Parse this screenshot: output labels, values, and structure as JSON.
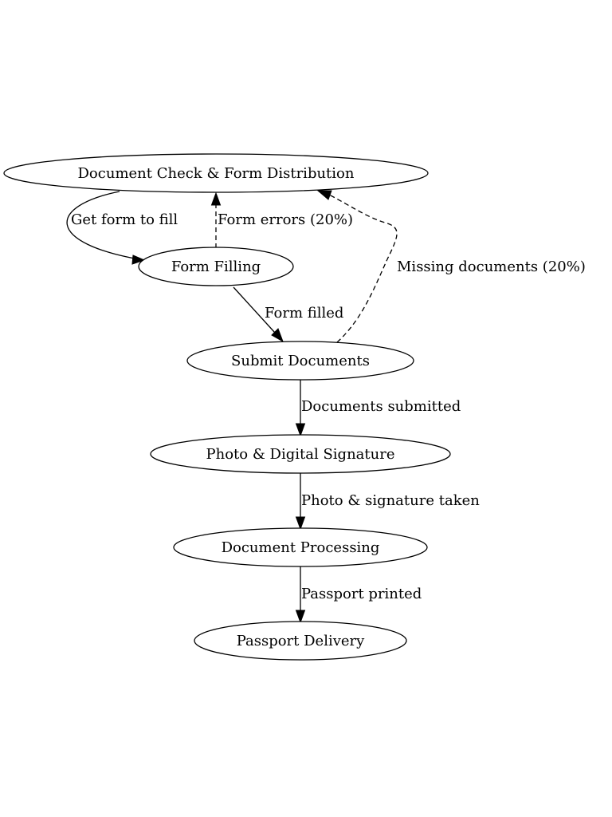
{
  "nodes": {
    "check": "Document Check & Form Distribution",
    "filling": "Form Filling",
    "submit": "Submit Documents",
    "photo": "Photo & Digital Signature",
    "processing": "Document Processing",
    "delivery": "Passport Delivery"
  },
  "edges": {
    "get_form": "Get form to fill",
    "form_errors": "Form errors (20%)",
    "missing_docs": "Missing documents (20%)",
    "form_filled": "Form filled",
    "docs_submitted": "Documents submitted",
    "photo_taken": "Photo & signature taken",
    "passport_printed": "Passport printed"
  }
}
